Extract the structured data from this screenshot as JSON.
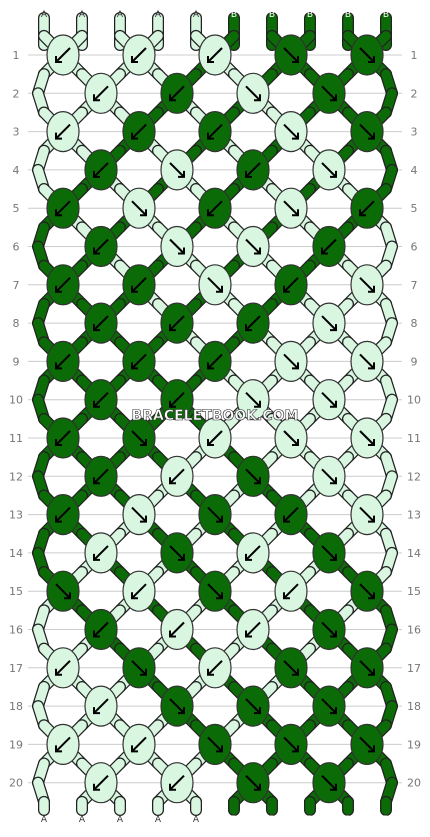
{
  "site": {
    "watermark": "BRACELETBOOK.COM"
  },
  "colors": {
    "A": "#d8f6e0",
    "B": "#0b6b06",
    "outline": "#333333",
    "grid": "#cccccc",
    "row_label": "#777777"
  },
  "strings": {
    "top": [
      "A",
      "A",
      "A",
      "A",
      "A",
      "B",
      "B",
      "B",
      "B",
      "B"
    ],
    "bottom": [
      "A",
      "A",
      "A",
      "A",
      "A",
      "B",
      "B",
      "B",
      "B",
      "B"
    ]
  },
  "rows": [
    {
      "label": "1",
      "knots": [
        {
          "color": "A",
          "dir": "sw"
        },
        {
          "color": "A",
          "dir": "sw"
        },
        {
          "color": "A",
          "dir": "sw"
        },
        {
          "color": "B",
          "dir": "se"
        },
        {
          "color": "B",
          "dir": "se"
        }
      ]
    },
    {
      "label": "2",
      "knots": [
        {
          "color": "A",
          "dir": "sw"
        },
        {
          "color": "B",
          "dir": "sw"
        },
        {
          "color": "A",
          "dir": "se"
        },
        {
          "color": "B",
          "dir": "se"
        }
      ]
    },
    {
      "label": "3",
      "knots": [
        {
          "color": "A",
          "dir": "sw"
        },
        {
          "color": "B",
          "dir": "sw"
        },
        {
          "color": "B",
          "dir": "sw"
        },
        {
          "color": "A",
          "dir": "se"
        },
        {
          "color": "B",
          "dir": "se"
        }
      ]
    },
    {
      "label": "4",
      "knots": [
        {
          "color": "B",
          "dir": "sw"
        },
        {
          "color": "A",
          "dir": "se"
        },
        {
          "color": "B",
          "dir": "sw"
        },
        {
          "color": "A",
          "dir": "se"
        }
      ]
    },
    {
      "label": "5",
      "knots": [
        {
          "color": "B",
          "dir": "sw"
        },
        {
          "color": "A",
          "dir": "se"
        },
        {
          "color": "B",
          "dir": "sw"
        },
        {
          "color": "A",
          "dir": "se"
        },
        {
          "color": "B",
          "dir": "sw"
        }
      ]
    },
    {
      "label": "6",
      "knots": [
        {
          "color": "B",
          "dir": "sw"
        },
        {
          "color": "A",
          "dir": "se"
        },
        {
          "color": "A",
          "dir": "se"
        },
        {
          "color": "B",
          "dir": "sw"
        }
      ]
    },
    {
      "label": "7",
      "knots": [
        {
          "color": "B",
          "dir": "sw"
        },
        {
          "color": "B",
          "dir": "sw"
        },
        {
          "color": "A",
          "dir": "se"
        },
        {
          "color": "B",
          "dir": "sw"
        },
        {
          "color": "A",
          "dir": "se"
        }
      ]
    },
    {
      "label": "8",
      "knots": [
        {
          "color": "B",
          "dir": "sw"
        },
        {
          "color": "B",
          "dir": "sw"
        },
        {
          "color": "B",
          "dir": "sw"
        },
        {
          "color": "A",
          "dir": "se"
        }
      ]
    },
    {
      "label": "9",
      "knots": [
        {
          "color": "B",
          "dir": "sw"
        },
        {
          "color": "B",
          "dir": "sw"
        },
        {
          "color": "B",
          "dir": "sw"
        },
        {
          "color": "A",
          "dir": "se"
        },
        {
          "color": "A",
          "dir": "se"
        }
      ]
    },
    {
      "label": "10",
      "knots": [
        {
          "color": "B",
          "dir": "sw"
        },
        {
          "color": "B",
          "dir": "sw"
        },
        {
          "color": "A",
          "dir": "se"
        },
        {
          "color": "A",
          "dir": "se"
        }
      ]
    },
    {
      "label": "11",
      "knots": [
        {
          "color": "B",
          "dir": "sw"
        },
        {
          "color": "B",
          "dir": "se"
        },
        {
          "color": "A",
          "dir": "sw"
        },
        {
          "color": "A",
          "dir": "se"
        },
        {
          "color": "A",
          "dir": "se"
        }
      ]
    },
    {
      "label": "12",
      "knots": [
        {
          "color": "B",
          "dir": "sw"
        },
        {
          "color": "A",
          "dir": "sw"
        },
        {
          "color": "B",
          "dir": "se"
        },
        {
          "color": "A",
          "dir": "se"
        }
      ]
    },
    {
      "label": "13",
      "knots": [
        {
          "color": "B",
          "dir": "sw"
        },
        {
          "color": "A",
          "dir": "se"
        },
        {
          "color": "B",
          "dir": "se"
        },
        {
          "color": "B",
          "dir": "sw"
        },
        {
          "color": "A",
          "dir": "se"
        }
      ]
    },
    {
      "label": "14",
      "knots": [
        {
          "color": "A",
          "dir": "sw"
        },
        {
          "color": "B",
          "dir": "se"
        },
        {
          "color": "A",
          "dir": "sw"
        },
        {
          "color": "B",
          "dir": "se"
        }
      ]
    },
    {
      "label": "15",
      "knots": [
        {
          "color": "B",
          "dir": "se"
        },
        {
          "color": "A",
          "dir": "sw"
        },
        {
          "color": "B",
          "dir": "se"
        },
        {
          "color": "A",
          "dir": "sw"
        },
        {
          "color": "B",
          "dir": "se"
        }
      ]
    },
    {
      "label": "16",
      "knots": [
        {
          "color": "B",
          "dir": "sw"
        },
        {
          "color": "A",
          "dir": "sw"
        },
        {
          "color": "A",
          "dir": "sw"
        },
        {
          "color": "B",
          "dir": "se"
        }
      ]
    },
    {
      "label": "17",
      "knots": [
        {
          "color": "A",
          "dir": "sw"
        },
        {
          "color": "B",
          "dir": "se"
        },
        {
          "color": "A",
          "dir": "sw"
        },
        {
          "color": "B",
          "dir": "se"
        },
        {
          "color": "B",
          "dir": "se"
        }
      ]
    },
    {
      "label": "18",
      "knots": [
        {
          "color": "A",
          "dir": "sw"
        },
        {
          "color": "B",
          "dir": "se"
        },
        {
          "color": "B",
          "dir": "se"
        },
        {
          "color": "B",
          "dir": "se"
        }
      ]
    },
    {
      "label": "19",
      "knots": [
        {
          "color": "A",
          "dir": "sw"
        },
        {
          "color": "A",
          "dir": "sw"
        },
        {
          "color": "B",
          "dir": "se"
        },
        {
          "color": "B",
          "dir": "se"
        },
        {
          "color": "B",
          "dir": "se"
        }
      ]
    },
    {
      "label": "20",
      "knots": [
        {
          "color": "A",
          "dir": "sw"
        },
        {
          "color": "A",
          "dir": "sw"
        },
        {
          "color": "B",
          "dir": "se"
        },
        {
          "color": "B",
          "dir": "se"
        }
      ]
    }
  ]
}
